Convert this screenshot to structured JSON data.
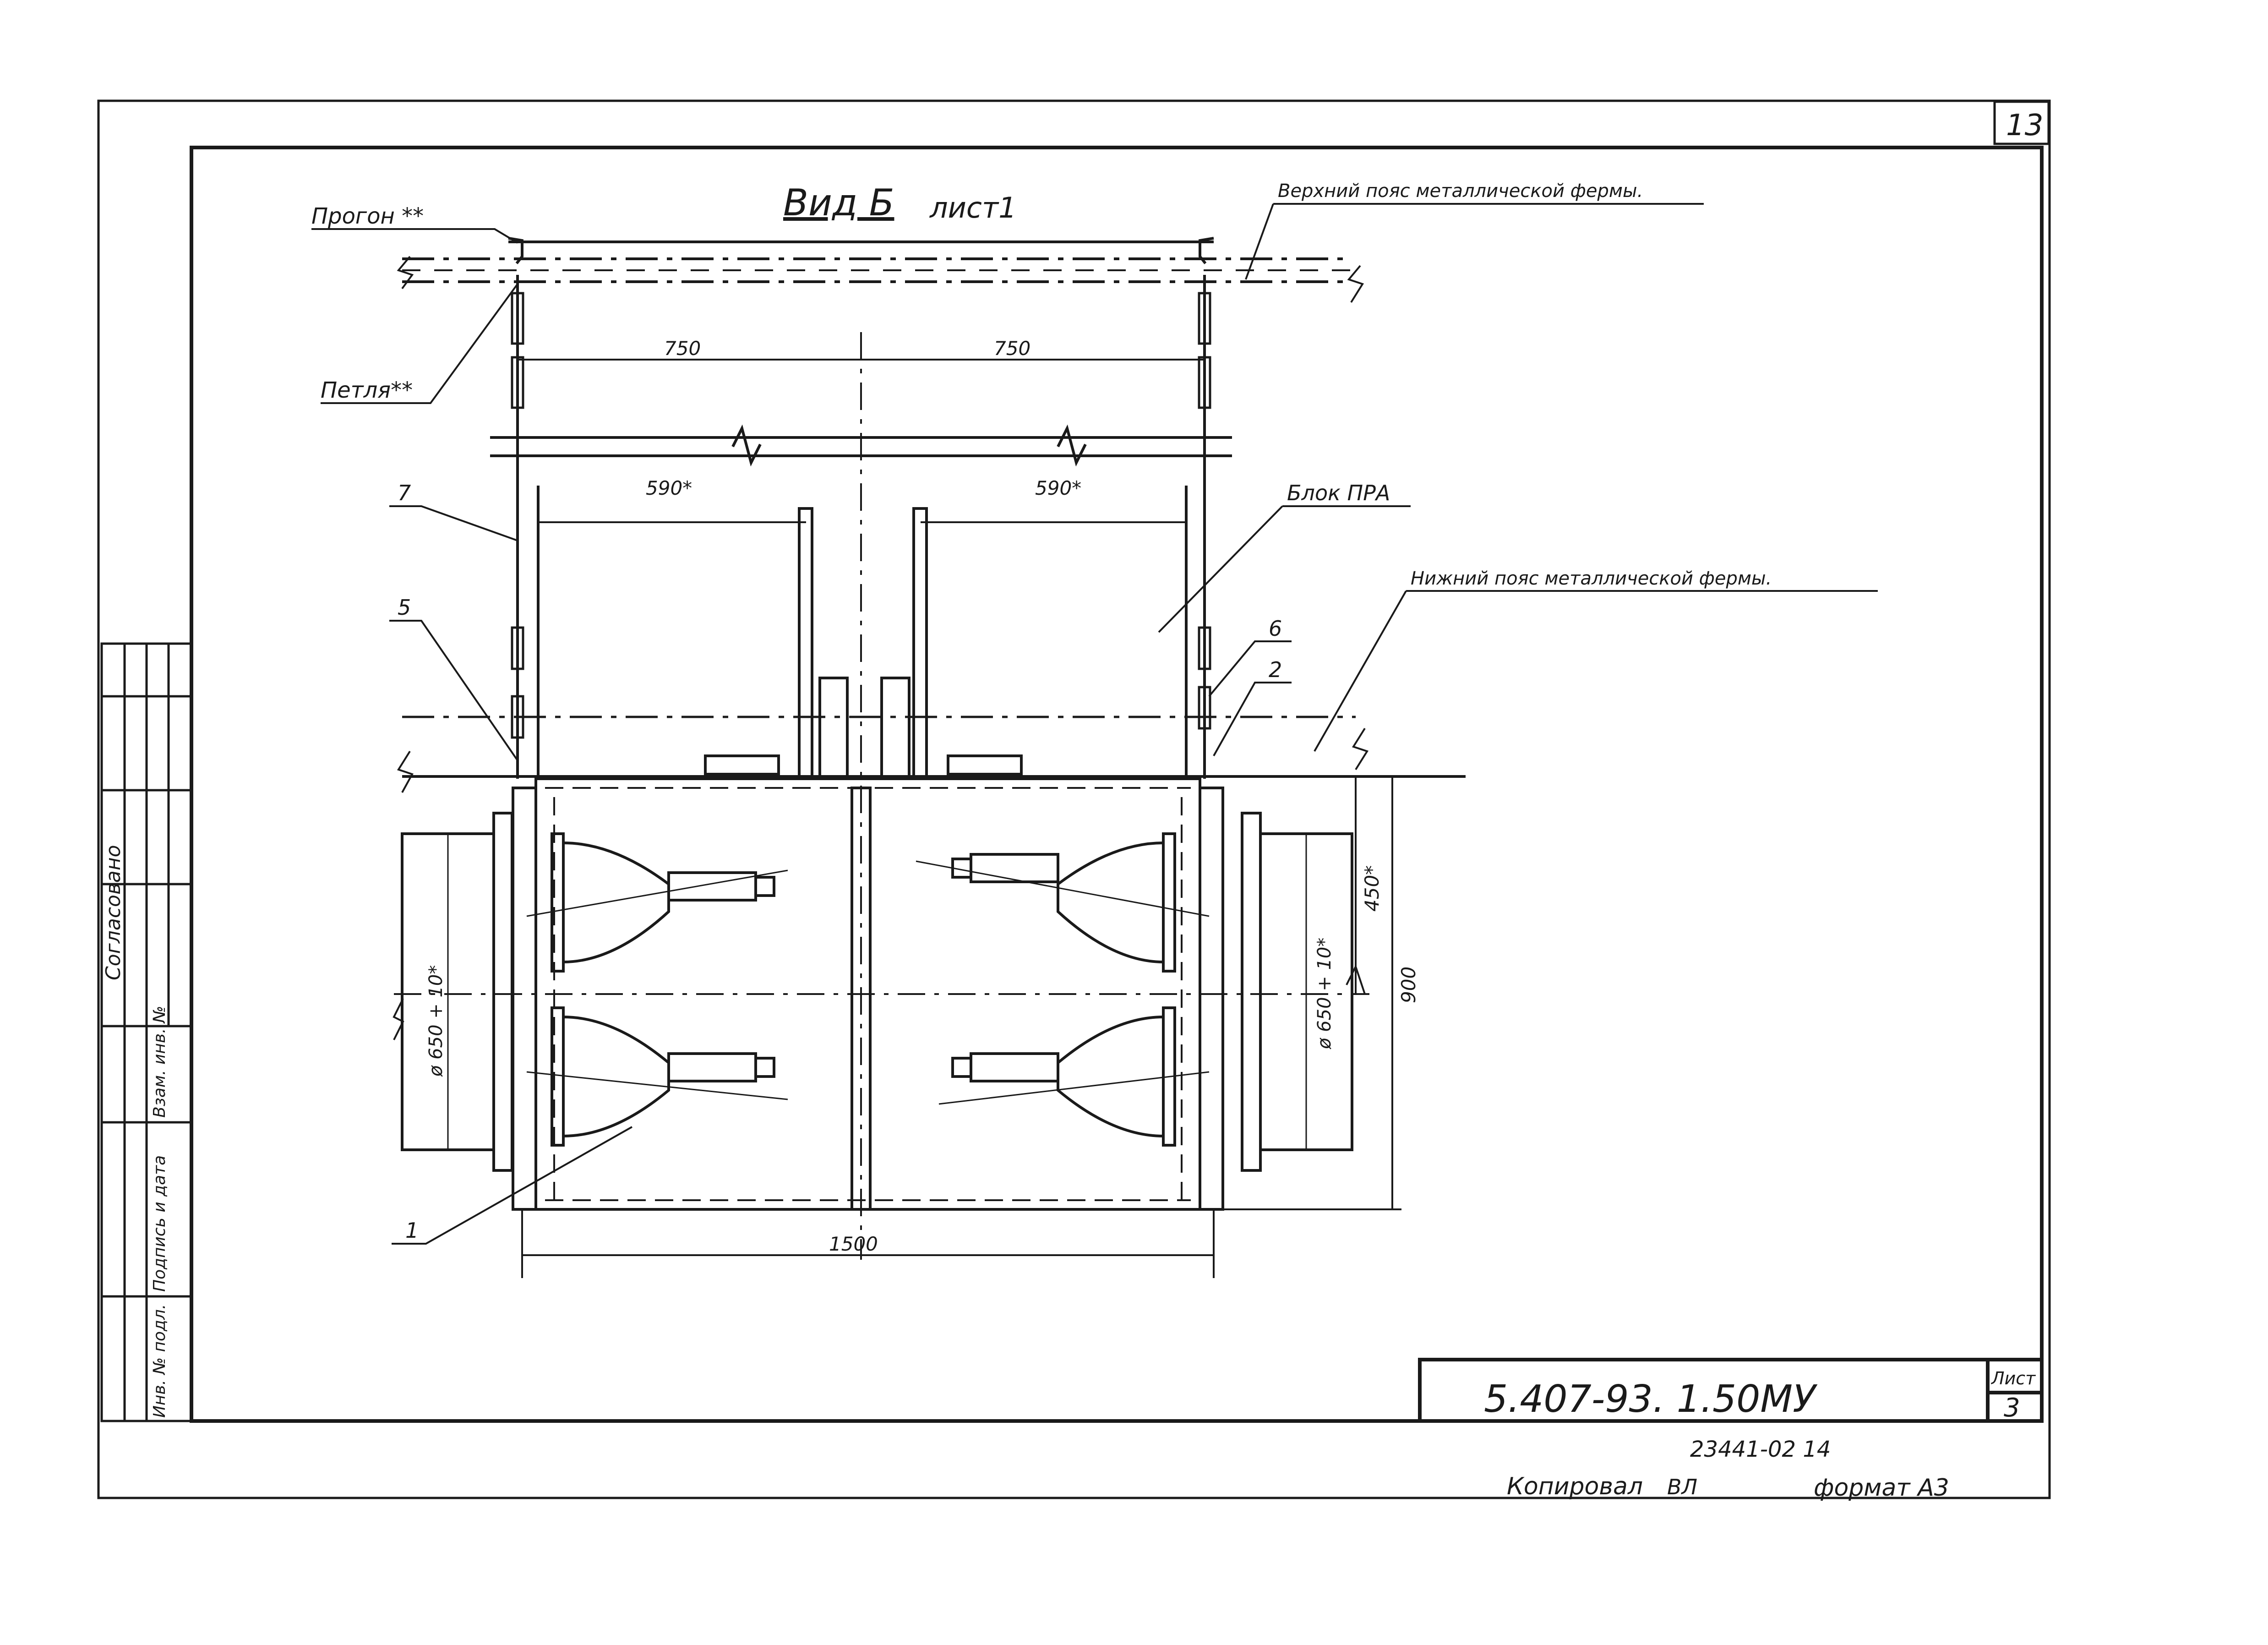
{
  "sheet": {
    "corner_number": "13",
    "code": "5.407-93. 1.50МУ",
    "sheet_label": "Лист",
    "sheet_number": "3",
    "inventory": "23441-02 14",
    "copied_by": "Копировал",
    "copied_signature": "ВЛ",
    "format": "формат А3"
  },
  "side_stamp": {
    "agreed": "Согласовано",
    "replaces": "Взам. инв. №",
    "signature_date": "Подпись и дата",
    "inventory_original": "Инв. № подл."
  },
  "view": {
    "title": "Вид Б",
    "sheet_ref": "лист1"
  },
  "labels": {
    "purlin": "Прогон **",
    "loop": "Петля**",
    "top_chord": "Верхний пояс металлической фермы.",
    "bottom_chord": "Нижний пояс металлической фермы.",
    "ballast_block": "Блок ПРА",
    "pos_7": "7",
    "pos_5": "5",
    "pos_6": "6",
    "pos_2": "2",
    "pos_1": "1"
  },
  "dimensions": {
    "d750_left": "750",
    "d750_right": "750",
    "d590_left": "590*",
    "d590_right": "590*",
    "d1500": "1500",
    "d450": "450*",
    "d900": "900",
    "d_left_diam": "ø 650 + 10*",
    "d_right_diam": "ø 650 + 10*"
  }
}
